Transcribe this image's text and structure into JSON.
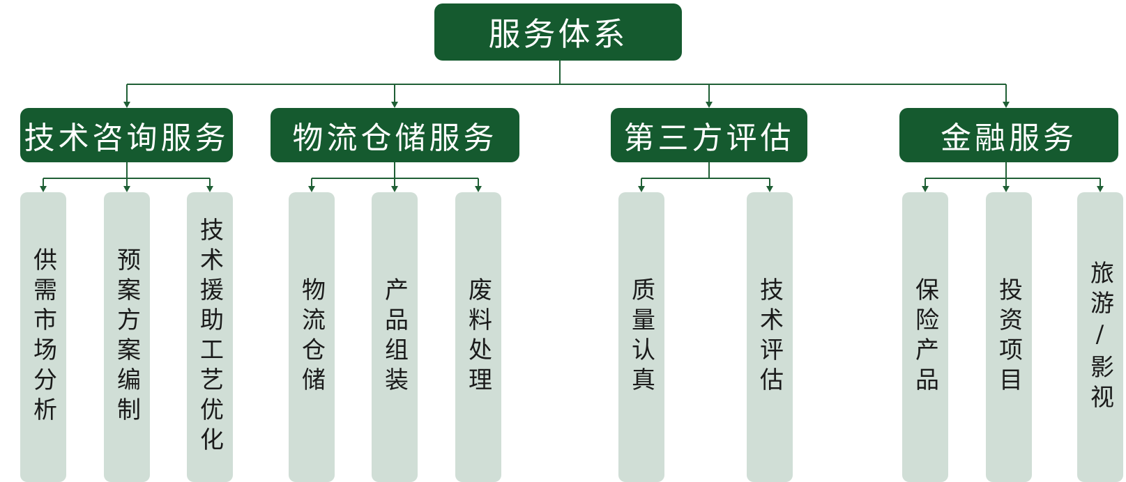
{
  "root": {
    "label": "服务体系"
  },
  "categories": [
    {
      "label": "技术咨询服务",
      "children": [
        "供需市场分析",
        "预案方案编制",
        "技术援助工艺优化"
      ]
    },
    {
      "label": "物流仓储服务",
      "children": [
        "物流仓储",
        "产品组装",
        "废料处理"
      ]
    },
    {
      "label": "第三方评估",
      "children": [
        "质量认真",
        "技术评估"
      ]
    },
    {
      "label": "金融服务",
      "children": [
        "保险产品",
        "投资项目",
        "旅游/影视"
      ]
    }
  ],
  "colors": {
    "header_fill": "#155a2f",
    "leaf_fill": "#d0ded6",
    "connector": "#1f5f35"
  }
}
